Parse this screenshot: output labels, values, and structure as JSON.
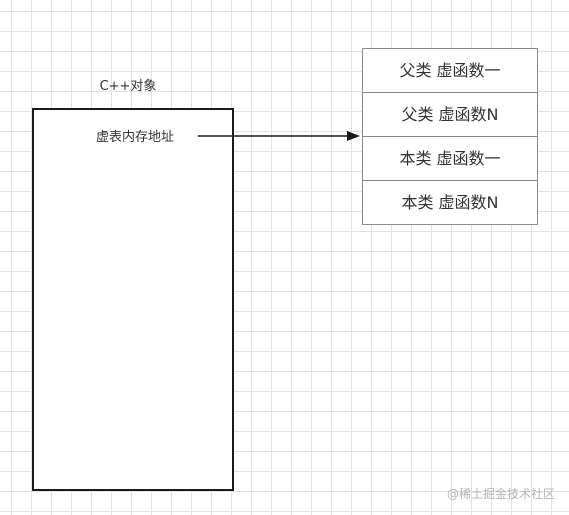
{
  "object": {
    "title": "C++对象",
    "vptr_label": "虚表内存地址"
  },
  "vtable": {
    "rows": [
      "父类 虚函数一",
      "父类 虚函数N",
      "本类 虚函数一",
      "本类 虚函数N"
    ]
  },
  "watermark": "@稀土掘金技术社区",
  "colors": {
    "grid": "#e2e2e2",
    "object_border": "#1a1a1a",
    "table_border": "#8c8c8c",
    "arrow": "#1a1a1a",
    "text": "#333333"
  }
}
